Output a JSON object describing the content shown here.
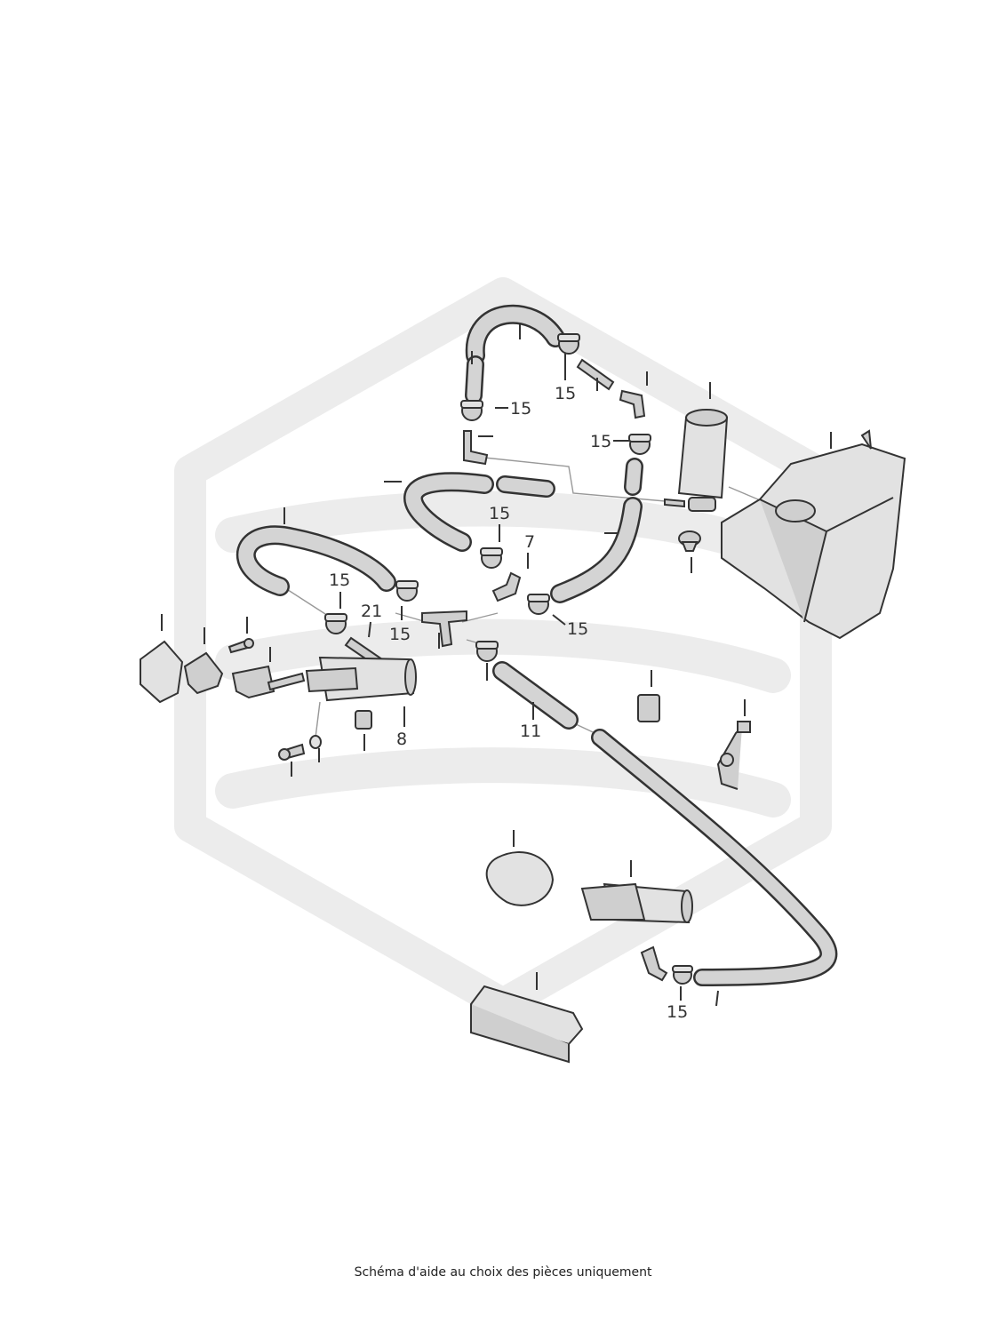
{
  "footer": {
    "caption": "Schéma d'aide au choix des pièces uniquement"
  },
  "labels": {
    "p15_top": "15",
    "p15_left_top": "15",
    "p15_mid_right": "15",
    "p15_center": "15",
    "p7": "7",
    "p15_left": "15",
    "p21": "21",
    "p15_lower_left": "15",
    "p15_lower_right": "15",
    "p8": "8",
    "p11": "11",
    "p15_bottom": "15"
  },
  "colors": {
    "watermark": "#ececec",
    "line": "#333333",
    "part_fill": "#cfcfcf"
  }
}
